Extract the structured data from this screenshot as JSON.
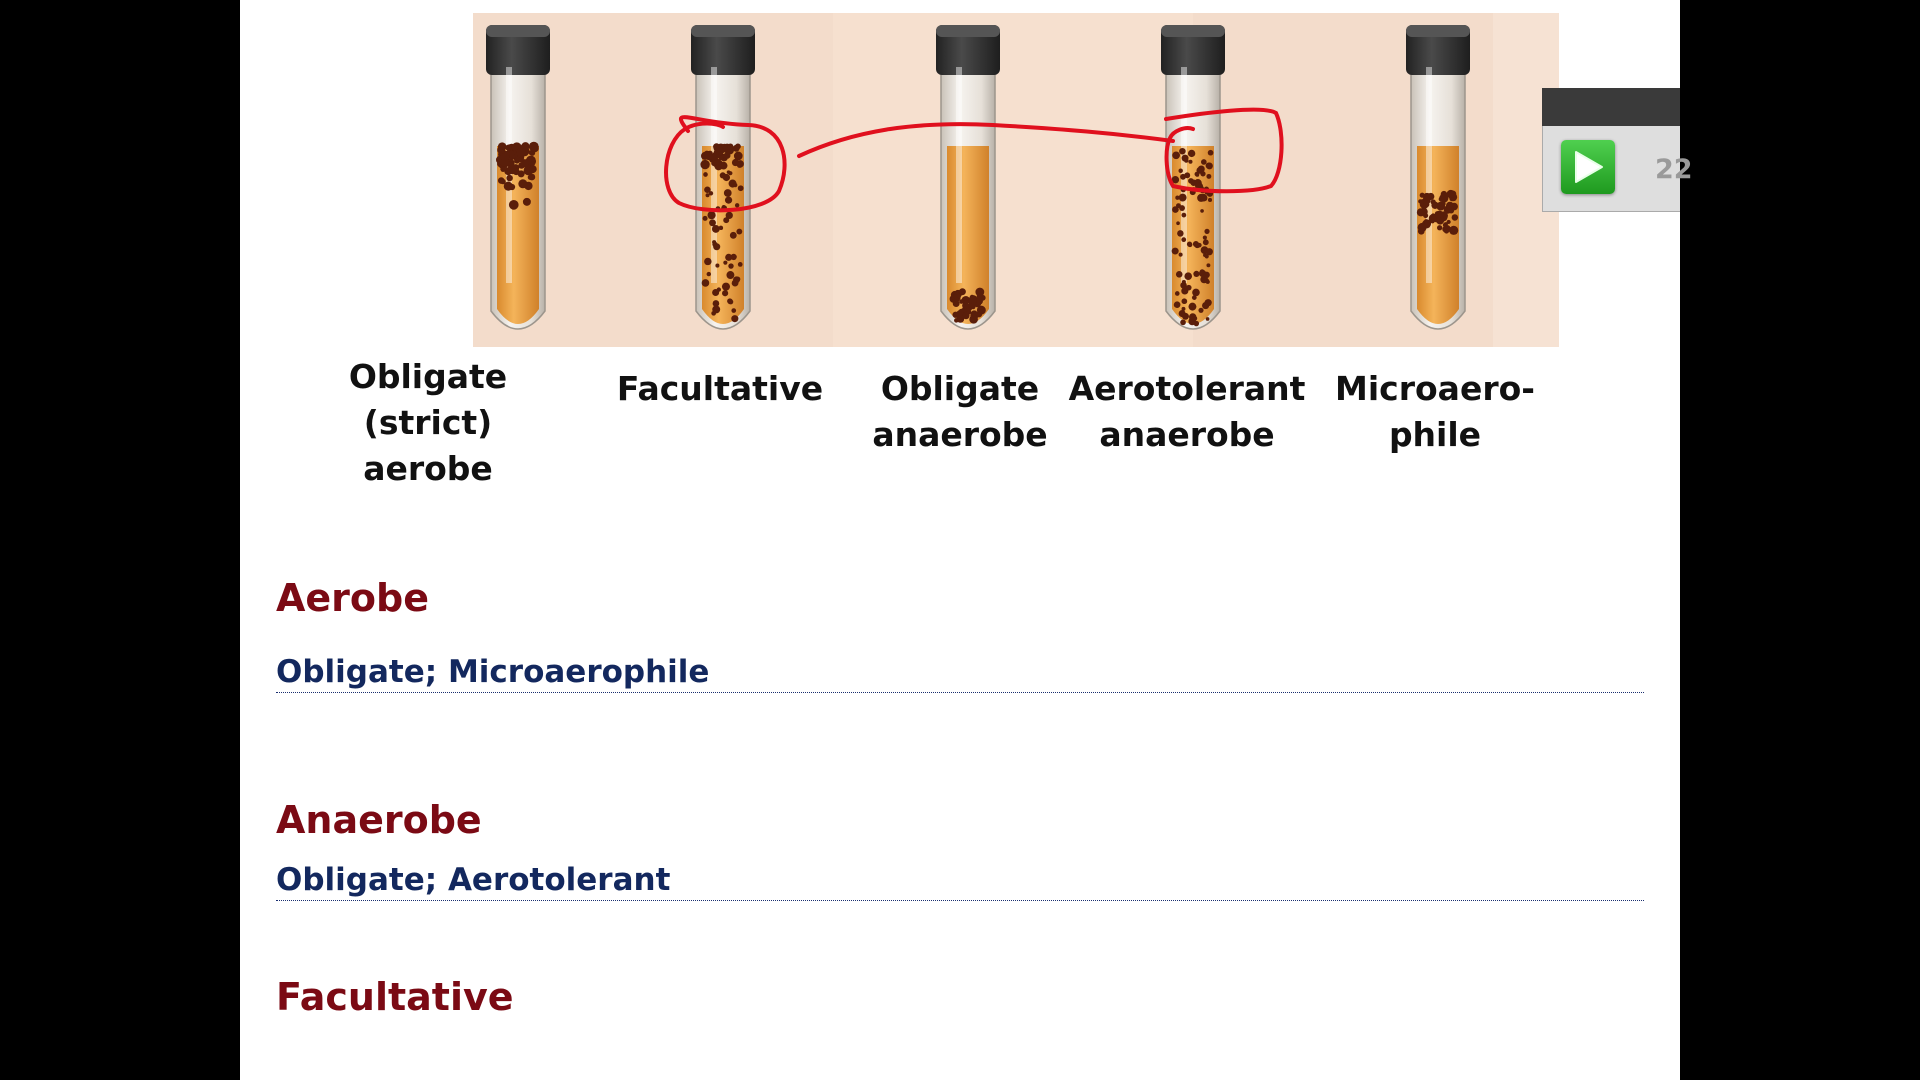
{
  "tubes": [
    {
      "label": "Obligate\n(strict)\naerobe",
      "growth": "top"
    },
    {
      "label": "Facultative",
      "growth": "top-dense-spread"
    },
    {
      "label": "Obligate\nanaerobe",
      "growth": "bottom"
    },
    {
      "label": "Aerotolerant\nanaerobe",
      "growth": "even"
    },
    {
      "label": "Microaero-\nphile",
      "growth": "band-below-top"
    }
  ],
  "annotations": {
    "ink_color": "#e0101e",
    "circled_tubes": [
      "Facultative",
      "Aerotolerant anaerobe"
    ]
  },
  "sections": {
    "aerobe": {
      "heading": "Aerobe",
      "answer": "Obligate;  Microaerophile"
    },
    "anaerobe": {
      "heading": "Anaerobe",
      "answer": "Obligate;  Aerotolerant"
    },
    "facultative": {
      "heading": "Facultative"
    }
  },
  "player": {
    "time": "22",
    "play_icon": "play-icon"
  },
  "colors": {
    "heading": "#7b0a14",
    "answer": "#13285e",
    "figure_background": "#f3dccb",
    "medium": "#f0a545",
    "colony": "#5a1e0a",
    "cap": "#383838",
    "play_button": "#2db52d"
  }
}
